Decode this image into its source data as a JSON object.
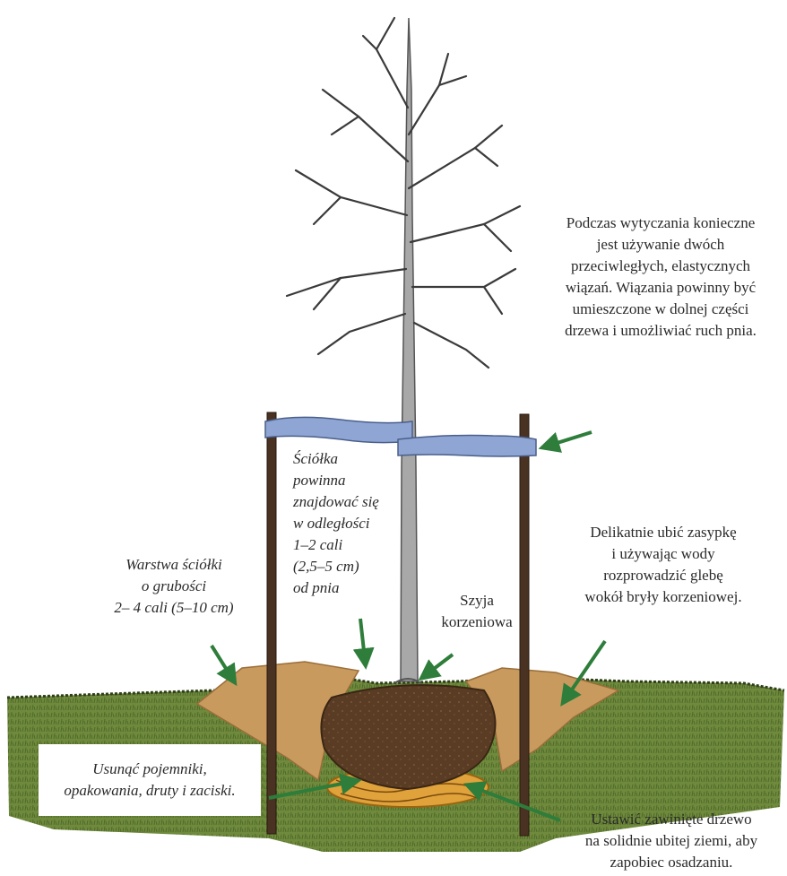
{
  "annotations": {
    "staking": {
      "lines": [
        "Podczas wytyczania konieczne",
        "jest używanie dwóch",
        "przeciwległych, elastycznych",
        "wiązań. Wiązania powinny być",
        "umieszczone w dolnej części",
        "drzewa i umożliwiać ruch pnia."
      ]
    },
    "mulch_distance": {
      "lines": [
        "Ściółka",
        "powinna",
        "znajdować się",
        "w odległości",
        "1–2 cali",
        "(2,5–5 cm)",
        "od pnia"
      ]
    },
    "mulch_layer": {
      "lines": [
        "Warstwa ściółki",
        "o grubości",
        "2– 4 cali (5–10 cm)"
      ]
    },
    "backfill": {
      "lines": [
        "Delikatnie ubić zasypkę",
        "i używając wody",
        "rozprowadzić glebę",
        "wokół bryły korzeniowej."
      ]
    },
    "root_flare": {
      "lines": [
        "Szyja",
        "korzeniowa"
      ]
    },
    "remove_materials": {
      "lines": [
        "Usunąć pojemniki,",
        "opakowania, druty i zaciski."
      ]
    },
    "firm_soil": {
      "lines": [
        "Ustawić zawinięte drzewo",
        "na solidnie ubitej ziemi, aby",
        "zapobiec osadzaniu."
      ]
    }
  },
  "colors": {
    "grass": "#6f8a3c",
    "grass_dark": "#4f6a2a",
    "soil_backfill": "#c89a5e",
    "root_ball": "#5a3c24",
    "burlap": "#e0a23a",
    "stake": "#4a3222",
    "tie": "#8fa6d4",
    "arrow": "#2e7d3a",
    "trunk": "#9a9a9a",
    "branch": "#3a3a3a"
  }
}
